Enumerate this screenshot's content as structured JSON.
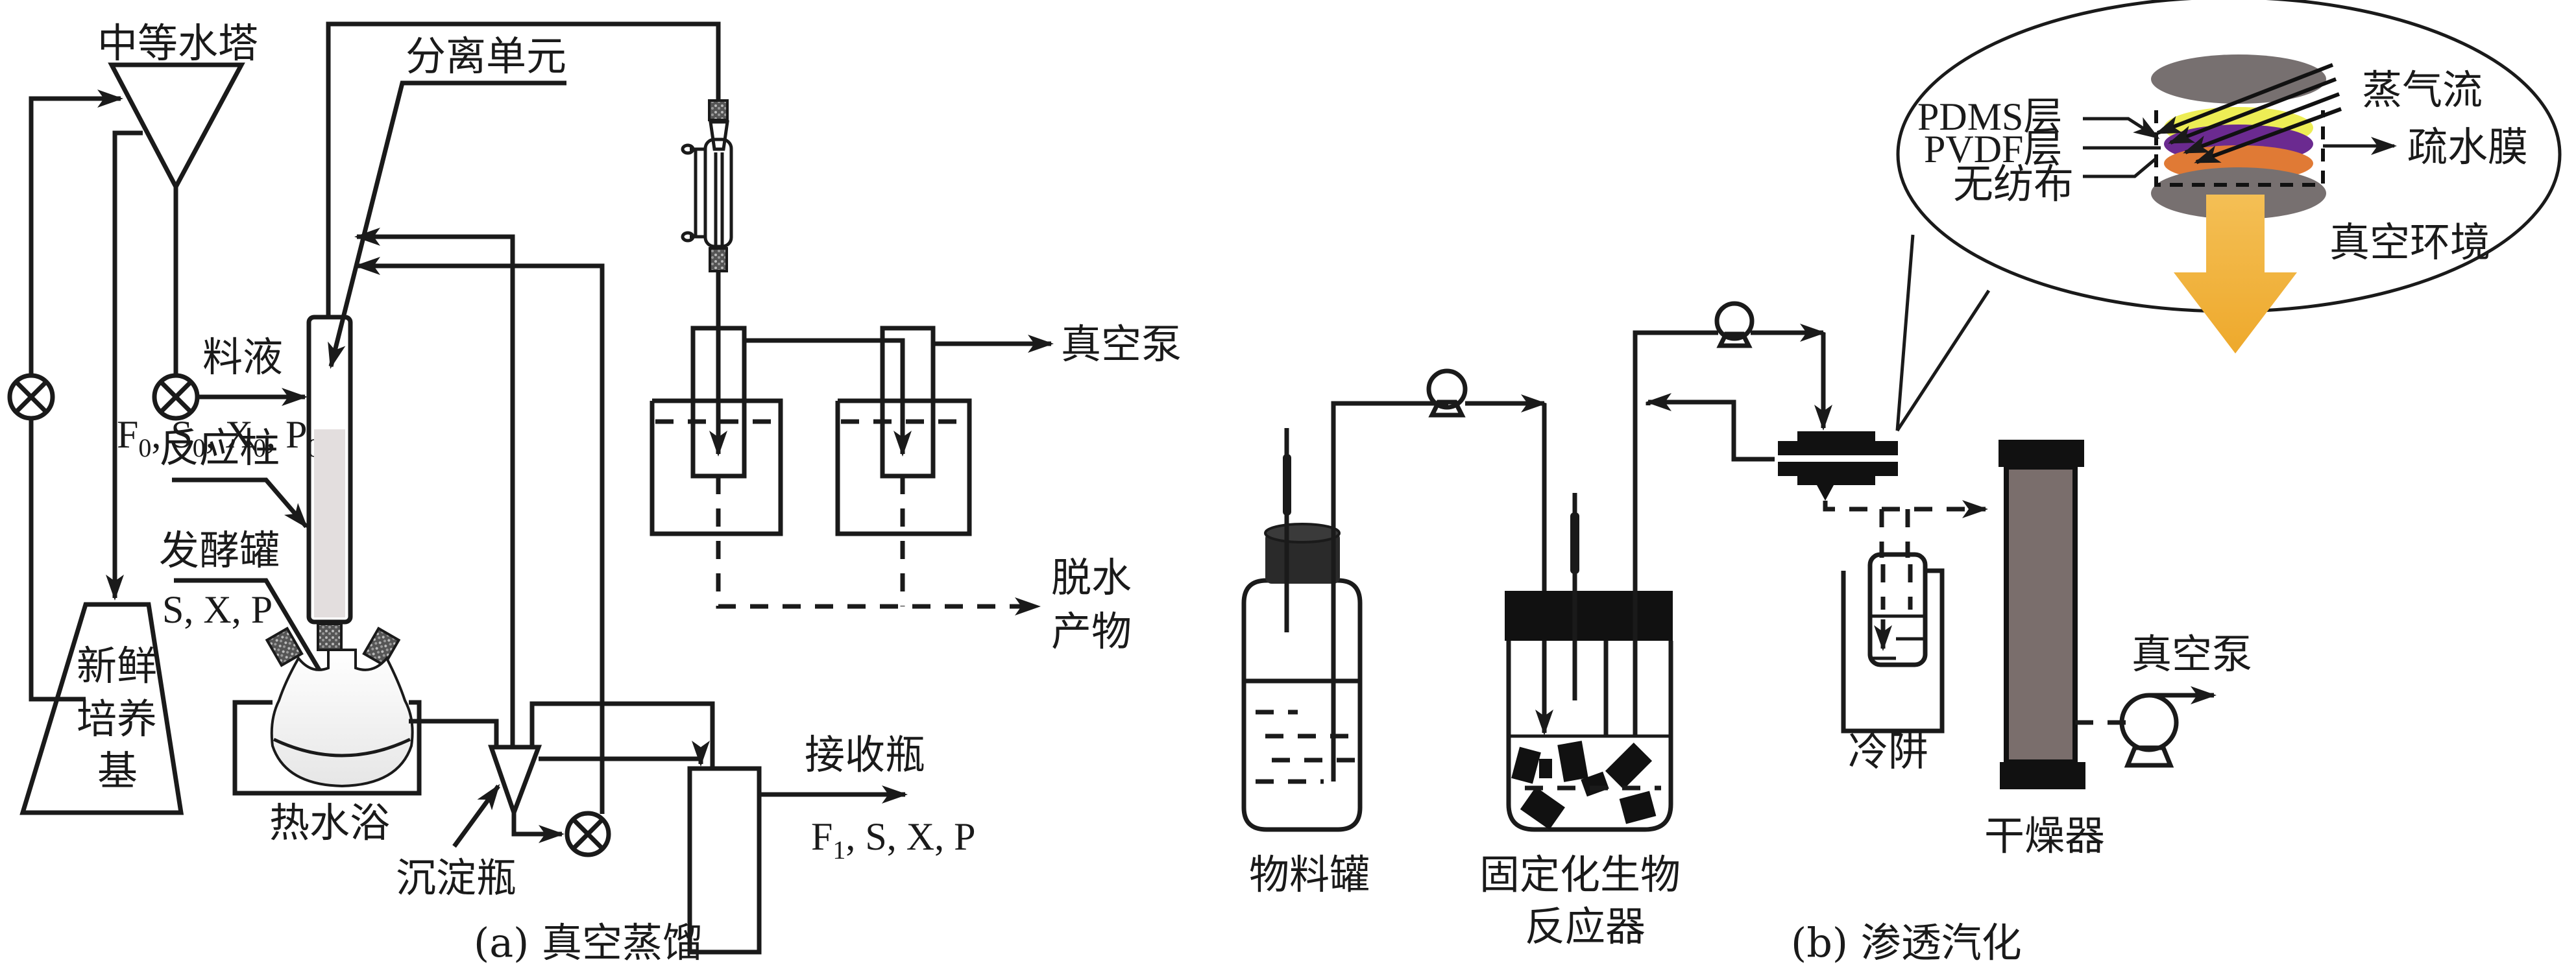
{
  "figure": {
    "panel_a": {
      "caption": "(a) 真空蒸馏",
      "labels": {
        "water_tower": "中等水塔",
        "separation_unit": "分离单元",
        "feed": "料液",
        "feed_vars": "F0, S0, X0, P0",
        "reaction_column": "反应柱",
        "fermenter": "发酵罐",
        "fermenter_vars": "S, X, P",
        "fresh_medium_l1": "新鲜",
        "fresh_medium_l2": "培养",
        "fresh_medium_l3": "基",
        "hot_water_bath": "热水浴",
        "settling_bottle": "沉淀瓶",
        "receiving_bottle": "接收瓶",
        "output_vars": "F1, S, X, P",
        "vacuum_pump": "真空泵",
        "dehydrated_product_l1": "脱水",
        "dehydrated_product_l2": "产物"
      },
      "subscripts": {
        "feed_vars": [
          {
            "base": "F",
            "sub": "0"
          },
          {
            "base": "S",
            "sub": "0"
          },
          {
            "base": "X",
            "sub": "0"
          },
          {
            "base": "P",
            "sub": "0"
          }
        ],
        "output_first": {
          "base": "F",
          "sub": "1"
        },
        "output_rest": ", S, X, P"
      }
    },
    "panel_b": {
      "caption": "(b) 渗透汽化",
      "labels": {
        "feed_tank": "物料罐",
        "bioreactor_l1": "固定化生物",
        "bioreactor_l2": "反应器",
        "cold_trap": "冷阱",
        "dryer": "干燥器",
        "vacuum_pump": "真空泵"
      },
      "membrane_detail": {
        "vapor_flow": "蒸气流",
        "pdms_layer": "PDMS层",
        "pvdf_layer": "PVDF层",
        "nonwoven": "无纺布",
        "hydrophobic_membrane": "疏水膜",
        "vacuum_environment": "真空环境"
      }
    },
    "colors": {
      "line": "#1a1a1a",
      "column_fill": "#e3dede",
      "disk_gray": "#777070",
      "pdms_yellow": "#eded55",
      "pvdf_purple": "#6b2a90",
      "nonwoven_orange": "#e07a35",
      "vacuum_arrow": "#f1b33c",
      "dryer_fill": "#7a6e6c"
    }
  }
}
